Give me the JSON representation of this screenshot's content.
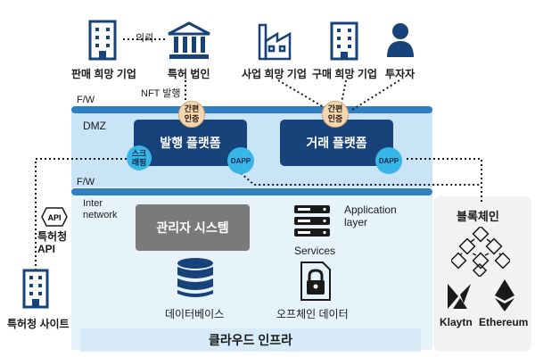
{
  "actors": {
    "seller": "판매 희망 기업",
    "patent_corp": "특허 법인",
    "business": "사업 희망 기업",
    "buyer": "구매 희망 기업",
    "investor": "투자자",
    "patent_site": "특허청 사이트"
  },
  "edges": {
    "consult": "의뢰",
    "nft_issue": "NFT 발행",
    "patent_api": "특허청\nAPI",
    "api_badge": "API"
  },
  "zones": {
    "fw_top": "F/W",
    "dmz": "DMZ",
    "fw_bottom": "F/W",
    "internetwork": "Inter\nnetwork"
  },
  "platforms": {
    "issue": "발행 플랫폼",
    "trade": "거래 플랫폼"
  },
  "badges": {
    "auth": "간편\n인증",
    "dapp": "DAPP",
    "scraping": "스크\n래핑"
  },
  "internal": {
    "admin": "관리자 시스템",
    "app_layer": "Application\nlayer",
    "services": "Services",
    "database": "데이터베이스",
    "offchain": "오프체인 데이터",
    "cloud": "클라우드 인프라"
  },
  "blockchain": {
    "title": "블록체인",
    "klaytn": "Klaytn",
    "ethereum": "Ethereum"
  },
  "colors": {
    "navy": "#17427a",
    "firewall": "#2f7fc2",
    "dapp": "#38b6e8",
    "auth": "#f3d7b3"
  }
}
